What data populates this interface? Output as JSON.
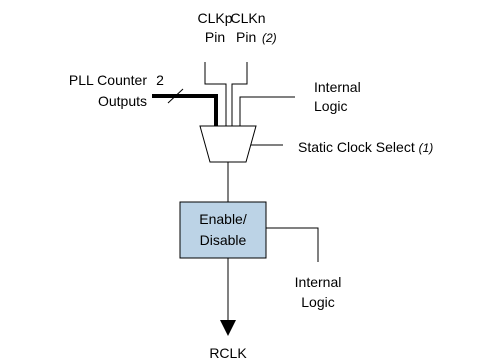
{
  "inputs": {
    "clkp_line1": "CLKp",
    "clkp_line2": "Pin",
    "clkn_line1": "CLKn",
    "clkn_line2": "Pin",
    "clkn_ref": "(2)",
    "pll_line1": "PLL Counter",
    "pll_line2": "Outputs",
    "bus_width": "2",
    "internal_logic_top_line1": "Internal",
    "internal_logic_top_line2": "Logic"
  },
  "mux": {
    "select_label": "Static Clock Select",
    "select_ref": "(1)"
  },
  "enable_block": {
    "line1": "Enable/",
    "line2": "Disable",
    "fill": "#bcd3e6"
  },
  "internal_logic_bottom": {
    "line1": "Internal",
    "line2": "Logic"
  },
  "output": {
    "label": "RCLK"
  }
}
